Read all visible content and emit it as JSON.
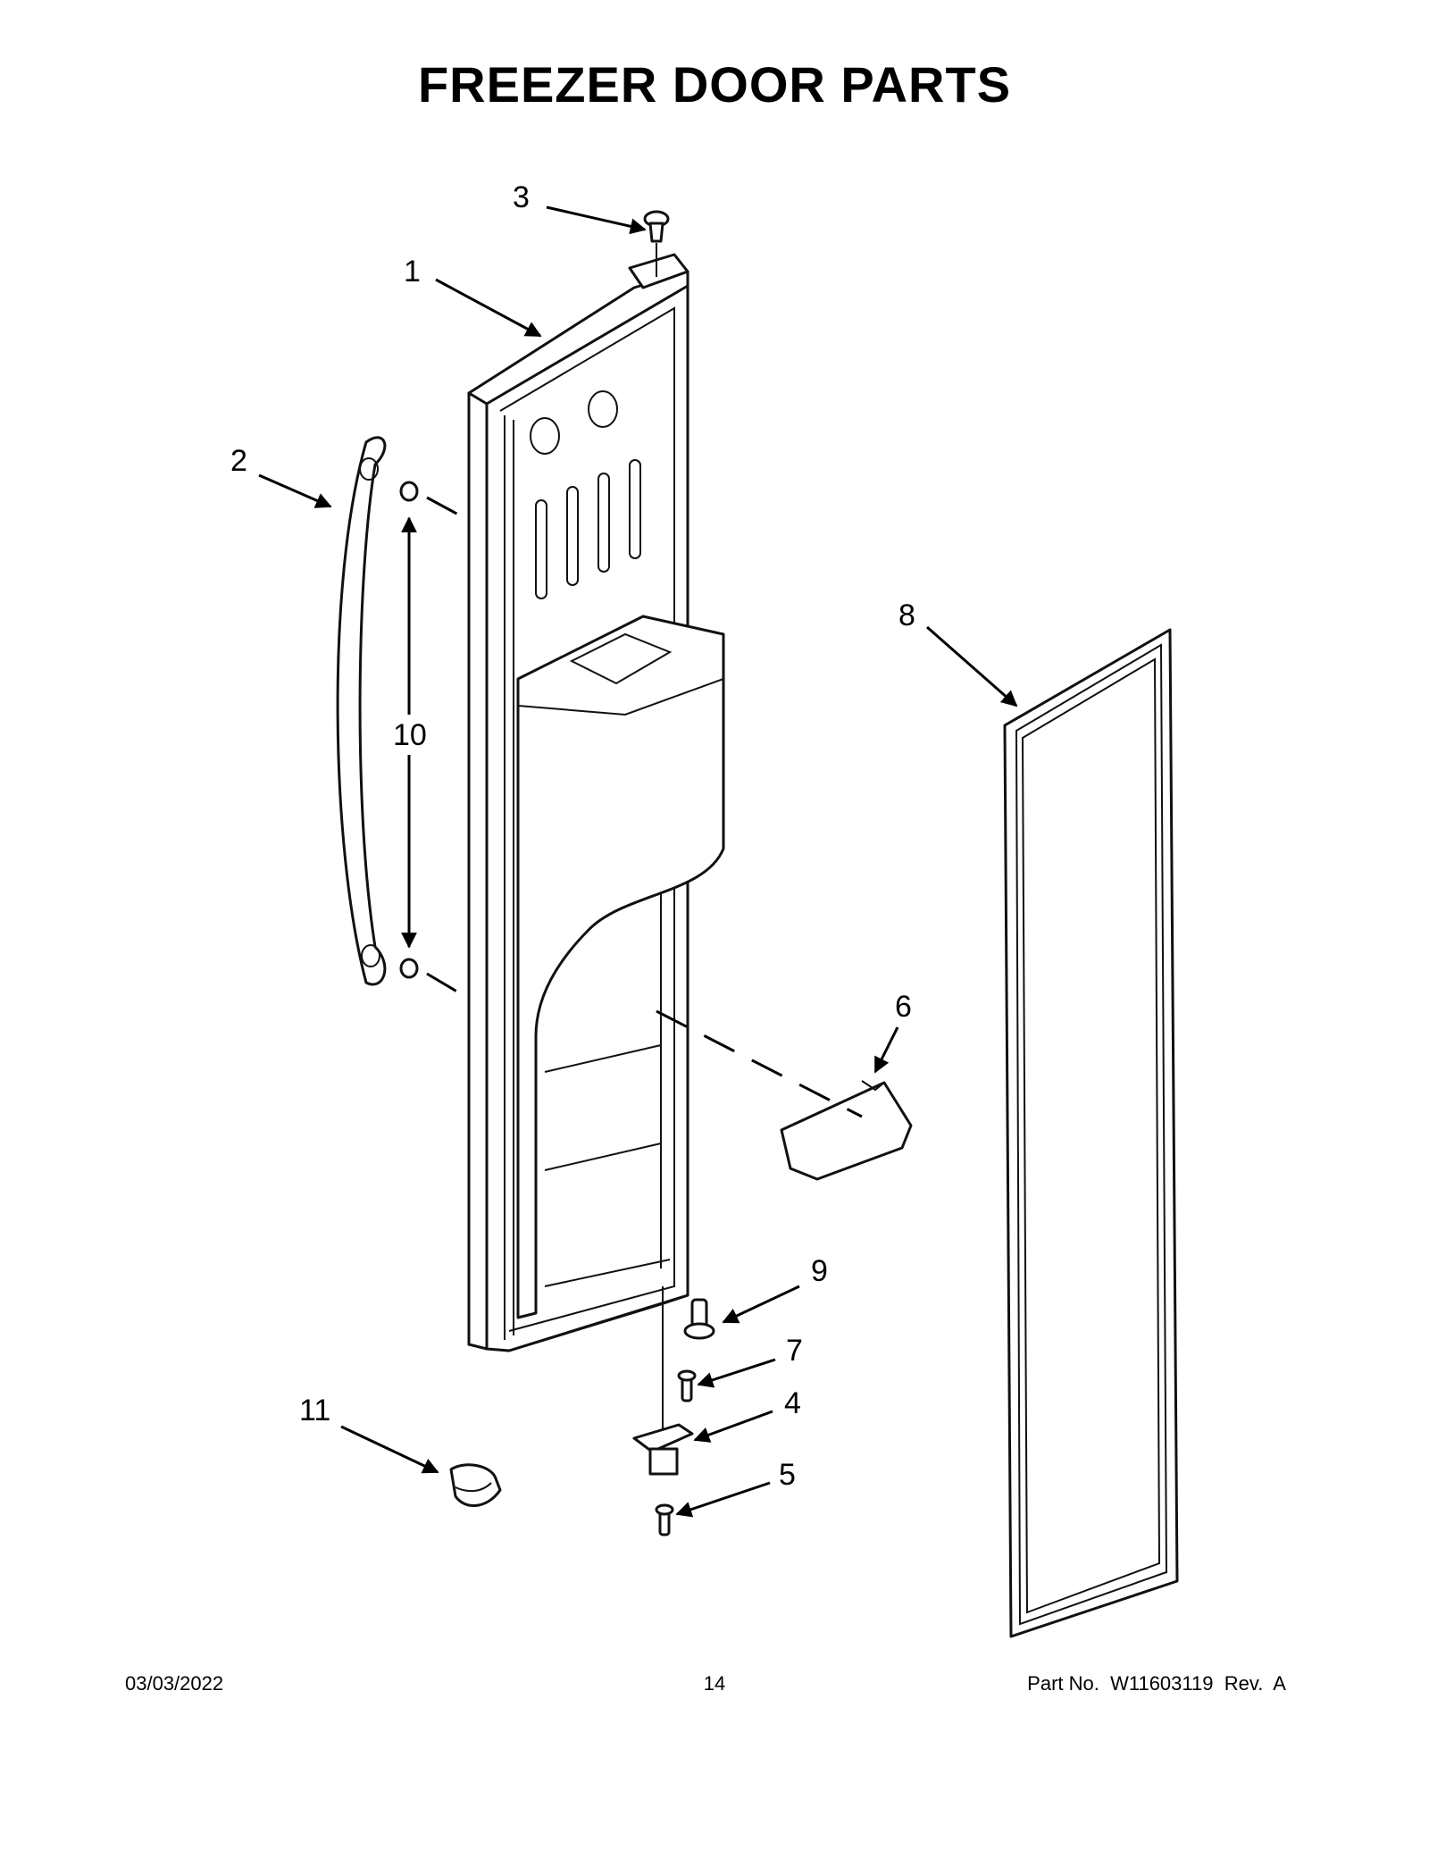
{
  "title": "FREEZER DOOR PARTS",
  "callouts": {
    "c1": "1",
    "c2": "2",
    "c3": "3",
    "c4": "4",
    "c5": "5",
    "c6": "6",
    "c7": "7",
    "c8": "8",
    "c9": "9",
    "c10": "10",
    "c11": "11"
  },
  "footer": {
    "date": "03/03/2022",
    "page": "14",
    "part_no": "Part No.  W11603119  Rev.  A"
  }
}
